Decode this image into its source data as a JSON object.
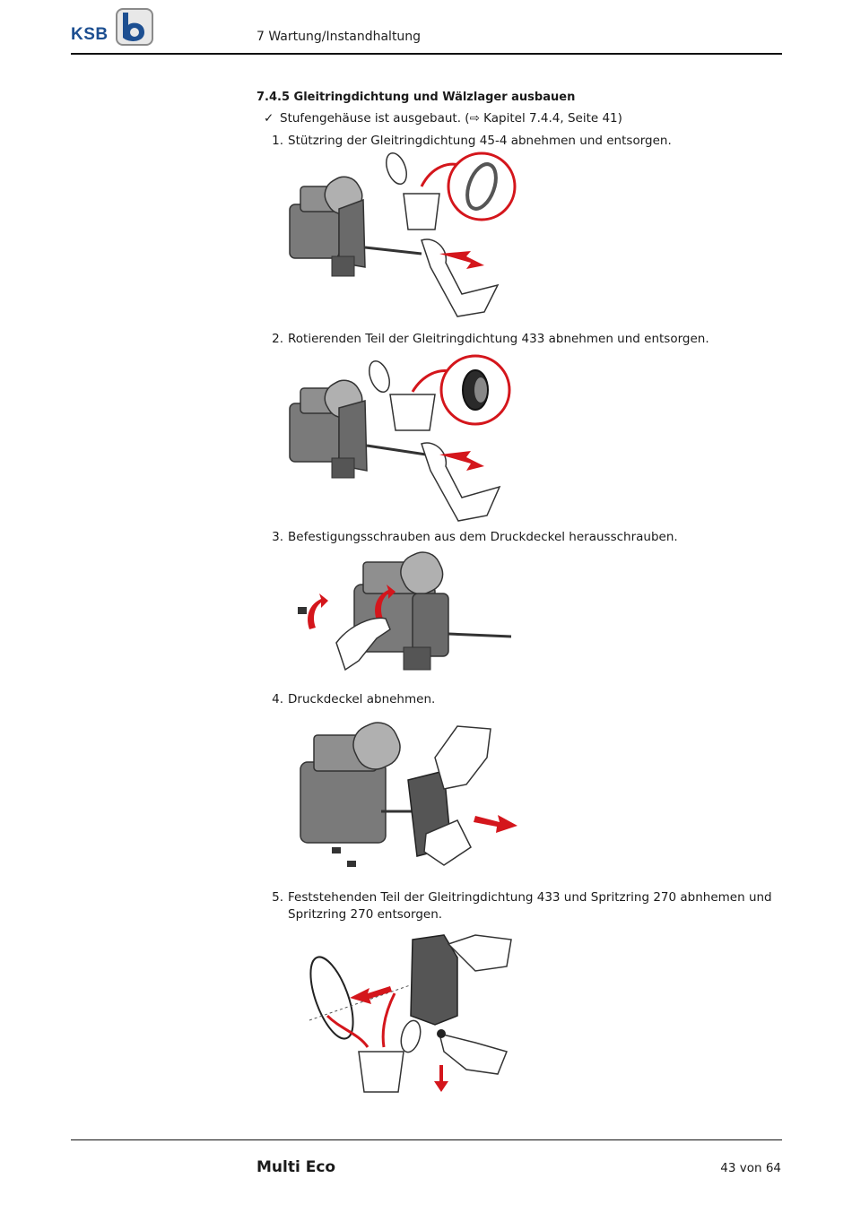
{
  "header": {
    "logo_text": "KSB",
    "chapter": "7 Wartung/Instandhaltung"
  },
  "section": {
    "title": "7.4.5 Gleitringdichtung und Wälzlager ausbauen",
    "precondition_mark": "✓",
    "precondition": "Stufengehäuse ist ausgebaut. (⇨ Kapitel 7.4.4, Seite 41)"
  },
  "steps": [
    {
      "num": "1.",
      "text": "Stützring der Gleitringdichtung 45-4 abnehmen und entsorgen."
    },
    {
      "num": "2.",
      "text": "Rotierenden Teil der Gleitringdichtung 433 abnehmen und entsorgen."
    },
    {
      "num": "3.",
      "text": "Befestigungsschrauben aus dem Druckdeckel herausschrauben."
    },
    {
      "num": "4.",
      "text": "Druckdeckel abnehmen."
    },
    {
      "num": "5.",
      "text": "Feststehenden Teil der Gleitringdichtung 433 und Spritzring 270 abnhemen und Spritzring 270 entsorgen."
    }
  ],
  "footer": {
    "product": "Multi Eco",
    "page": "43 von 64"
  },
  "colors": {
    "brand_blue": "#1d4f91",
    "accent_red": "#d4161c",
    "motor_gray": "#6d6d6d"
  }
}
